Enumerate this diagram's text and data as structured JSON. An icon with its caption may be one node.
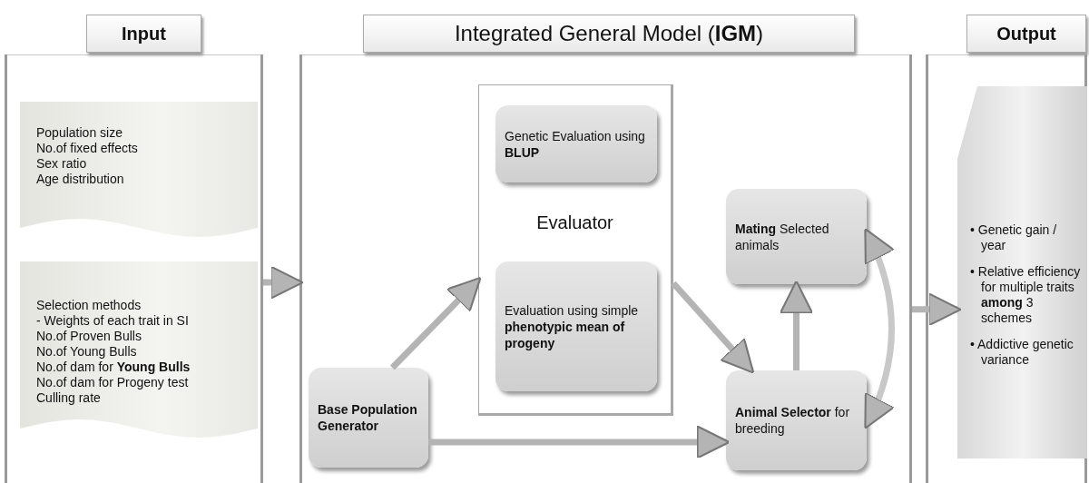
{
  "diagram": {
    "nodes": [
      {
        "text": [
          "Input"
        ]
      },
      {
        "text": [
          "Population size",
          "No.of fixed effects",
          "Sex ratio",
          "Age distribution"
        ],
        "in": 0
      },
      {
        "text": [
          "Selection methods",
          "- Weights of each trait in SI",
          "No.of Proven Bulls",
          "No.of Young Bulls",
          "No.of dam for **Young Bulls**",
          "No.of dam for Progeny test",
          "Culling rate"
        ],
        "in": 0
      },
      {
        "text": [
          "Integrated General Model (**IGM**)"
        ]
      },
      {
        "text": [
          "Evaluator"
        ],
        "in": 3
      },
      {
        "text": [
          "Genetic Evaluation using **BLUP**"
        ],
        "in": 4
      },
      {
        "text": [
          "Evaluation using simple **phenotypic mean of progeny**"
        ],
        "in": 4
      },
      {
        "text": [
          "Base Population Generator"
        ],
        "in": 3
      },
      {
        "text": [
          "**Mating** Selected animals"
        ],
        "in": 3
      },
      {
        "text": [
          "**Animal Selector** for breeding"
        ],
        "in": 3
      },
      {
        "text": [
          "Output"
        ]
      },
      {
        "text": [
          "• Genetic gain / year",
          "• Relative efficiency for multiple traits **among** 3 schemes",
          "• Addictive genetic variance"
        ],
        "in": 10
      }
    ],
    "edges": [
      {
        "from": 0,
        "to": 3,
        "arrow": "to"
      },
      {
        "from": 7,
        "to": 4,
        "arrow": "to"
      },
      {
        "from": 4,
        "to": 9,
        "arrow": "to"
      },
      {
        "from": 7,
        "to": 9,
        "arrow": "to"
      },
      {
        "from": 9,
        "to": 8,
        "arrow": "to"
      },
      {
        "from": 8,
        "to": 9,
        "arrow": "both"
      },
      {
        "from": 3,
        "to": 11,
        "arrow": "to"
      }
    ]
  }
}
